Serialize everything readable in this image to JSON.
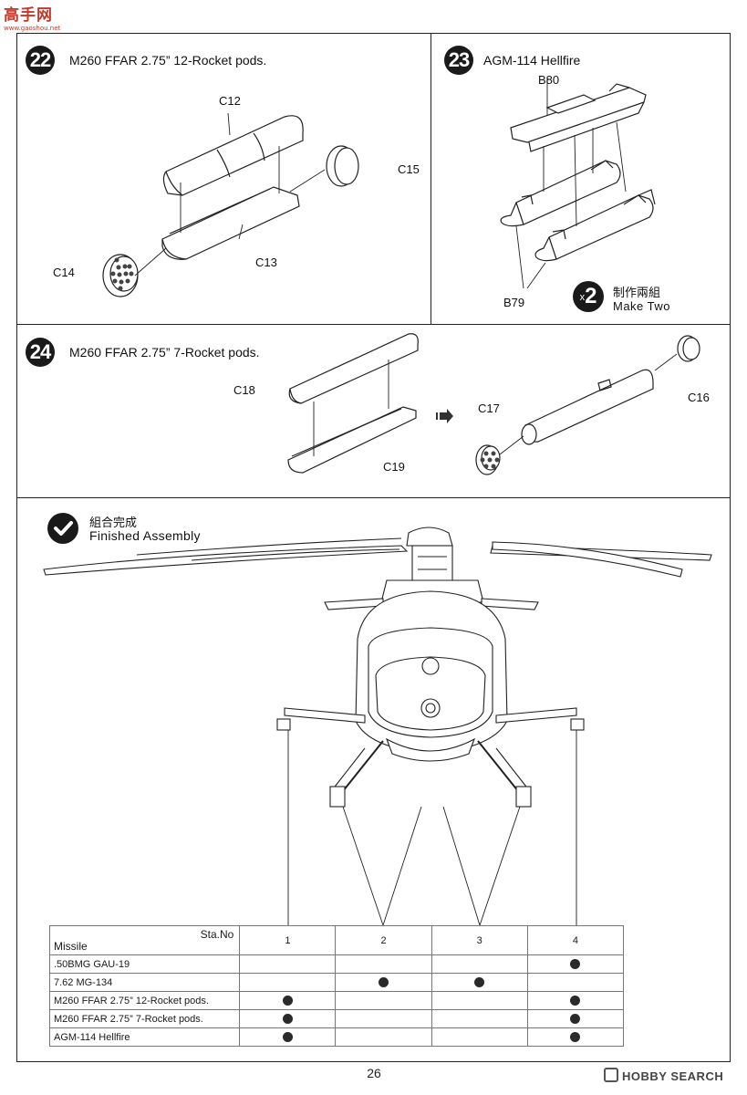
{
  "watermark": {
    "logo": "高手网",
    "url": "www.gaoshou.net"
  },
  "step22": {
    "number": "22",
    "title": "M260 FFAR 2.75” 12-Rocket pods.",
    "parts": [
      "C12",
      "C15",
      "C13",
      "C14"
    ]
  },
  "step23": {
    "number": "23",
    "title": "AGM-114 Hellfire",
    "parts": [
      "B80",
      "B79"
    ],
    "make_count": "2",
    "make_prefix": "x",
    "make_cn": "制作兩組",
    "make_en": "Make Two"
  },
  "step24": {
    "number": "24",
    "title": "M260 FFAR 2.75” 7-Rocket pods.",
    "parts": [
      "C18",
      "C19",
      "C17",
      "C16"
    ]
  },
  "finished": {
    "cn": "組合完成",
    "en": "Finished Assembly"
  },
  "table": {
    "header_sta": "Sta.No",
    "header_missile": "Missile",
    "stations": [
      "1",
      "2",
      "3",
      "4"
    ],
    "rows": [
      {
        "label": ".50BMG GAU-19",
        "marks": [
          false,
          false,
          false,
          true
        ]
      },
      {
        "label": "7.62 MG-134",
        "marks": [
          false,
          true,
          true,
          false
        ]
      },
      {
        "label": "M260 FFAR 2.75” 12-Rocket pods.",
        "marks": [
          true,
          false,
          false,
          true
        ]
      },
      {
        "label": "M260 FFAR 2.75” 7-Rocket pods.",
        "marks": [
          true,
          false,
          false,
          true
        ]
      },
      {
        "label": "AGM-114 Hellfire",
        "marks": [
          true,
          false,
          false,
          true
        ]
      }
    ]
  },
  "page_number": "26",
  "footer_brand": "HOBBY SEARCH"
}
